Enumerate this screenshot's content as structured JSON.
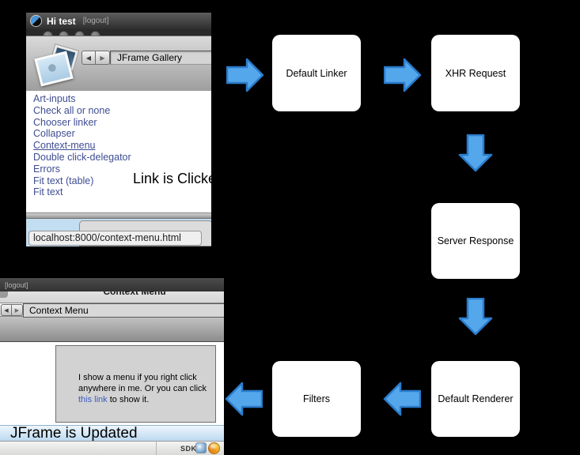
{
  "colors": {
    "arrow_fill": "#55a7eb",
    "arrow_stroke": "#2a7ccc",
    "nav_link": "#3e4d92",
    "inline_link": "#3b5bbf"
  },
  "diagram": {
    "boxes": [
      {
        "label": "Default Linker"
      },
      {
        "label": "XHR Request"
      },
      {
        "label": "Server Response"
      },
      {
        "label": "Default Renderer"
      },
      {
        "label": "Filters"
      }
    ]
  },
  "window_top": {
    "title": "Hi test",
    "logout_label": "[logout]",
    "back_glyph": "◀",
    "forward_glyph": "▶",
    "nav_field": "JFrame Gallery",
    "links": [
      "Art-inputs",
      "Check all or none",
      "Chooser linker",
      "Collapser",
      "Context-menu",
      "Double click-delegator",
      "Errors",
      "Fit text (table)",
      "Fit text"
    ],
    "caption": "Link is Clicked",
    "status_url": "localhost:8000/context-menu.html"
  },
  "window_bottom": {
    "logout_label": "[logout]",
    "clipped_title": "Context Menu",
    "back_glyph": "◀",
    "forward_glyph": "▶",
    "toolbar_title": "Context Menu",
    "body_line1": "I show a menu if you right click",
    "body_line2": "anywhere in me. Or you can click",
    "body_link": "this link",
    "body_line3_rest": " to show it.",
    "caption": "JFrame is Updated",
    "sdk_label": "SDK"
  }
}
